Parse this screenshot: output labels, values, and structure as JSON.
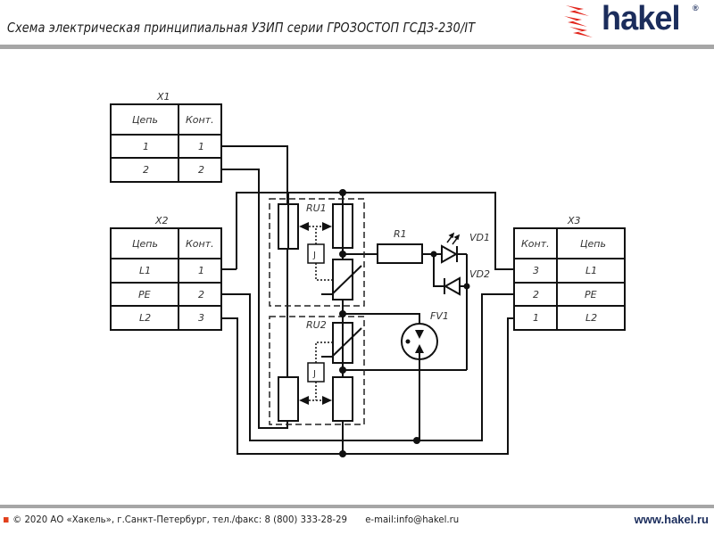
{
  "header": {
    "title": "Схема электрическая принципиальная УЗИП серии ГРОЗОСТОП ГСДЗ-230/IT",
    "logo": {
      "text": "hakel",
      "registered": "®",
      "icon": "lightning-bolts-icon",
      "colors": {
        "text": "#1b2d5c",
        "bolt": "#e2231a"
      }
    }
  },
  "schematic": {
    "connectors": {
      "X1": {
        "label": "X1",
        "headers": [
          "Цепь",
          "Конт."
        ],
        "rows": [
          [
            "1",
            "1"
          ],
          [
            "2",
            "2"
          ]
        ]
      },
      "X2": {
        "label": "X2",
        "headers": [
          "Цепь",
          "Конт."
        ],
        "rows": [
          [
            "L1",
            "1"
          ],
          [
            "PE",
            "2"
          ],
          [
            "L2",
            "3"
          ]
        ]
      },
      "X3": {
        "label": "X3",
        "headers": [
          "Конт.",
          "Цепь"
        ],
        "rows": [
          [
            "3",
            "L1"
          ],
          [
            "2",
            "PE"
          ],
          [
            "1",
            "L2"
          ]
        ]
      }
    },
    "components": {
      "RU1": "RU1",
      "RU2": "RU2",
      "R1": "R1",
      "VD1": "VD1",
      "VD2": "VD2",
      "FV1": "FV1",
      "J1": "J",
      "J2": "J"
    }
  },
  "footer": {
    "copyright": "© 2020 АО «Хакель», г.Санкт-Петербург, тел./факс: 8 (800) 333-28-29",
    "email": "e-mail:info@hakel.ru",
    "website": "www.hakel.ru",
    "accent": "#e2401c"
  }
}
